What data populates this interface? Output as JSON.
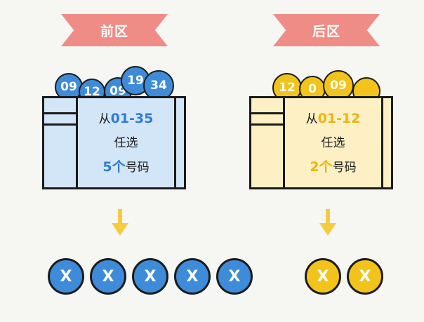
{
  "colors": {
    "ribbon": "#ef8c85",
    "front_ball": "#3d8bd9",
    "front_box": "#d3e6f7",
    "front_highlight": "#2f7bd1",
    "back_ball": "#f2c31a",
    "back_box": "#fdf0c4",
    "back_highlight": "#f0b310",
    "arrow": "#f5cb3f",
    "outline": "#1b1b1b"
  },
  "front": {
    "title": "前区",
    "box_balls": [
      "09",
      "12",
      "09",
      "19",
      "34"
    ],
    "line1_prefix": "从",
    "line1_range": "01-35",
    "line2": "任选",
    "line3_count": "5个",
    "line3_suffix": "号码",
    "picks": [
      "X",
      "X",
      "X",
      "X",
      "X"
    ]
  },
  "back": {
    "title": "后区",
    "box_balls": [
      "12",
      "0",
      "09",
      ""
    ],
    "line1_prefix": "从",
    "line1_range": "01-12",
    "line2": "任选",
    "line3_count": "2个",
    "line3_suffix": "号码",
    "picks": [
      "X",
      "X"
    ]
  }
}
